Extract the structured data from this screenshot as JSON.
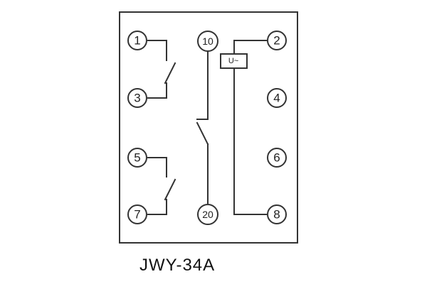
{
  "model": "JWY-34A",
  "coil_label": "U~",
  "terminals": {
    "t1": "1",
    "t2": "2",
    "t3": "3",
    "t4": "4",
    "t5": "5",
    "t6": "6",
    "t7": "7",
    "t8": "8",
    "t10": "10",
    "t20": "20"
  },
  "colors": {
    "line": "#333333",
    "text": "#222222",
    "background": "#ffffff"
  }
}
